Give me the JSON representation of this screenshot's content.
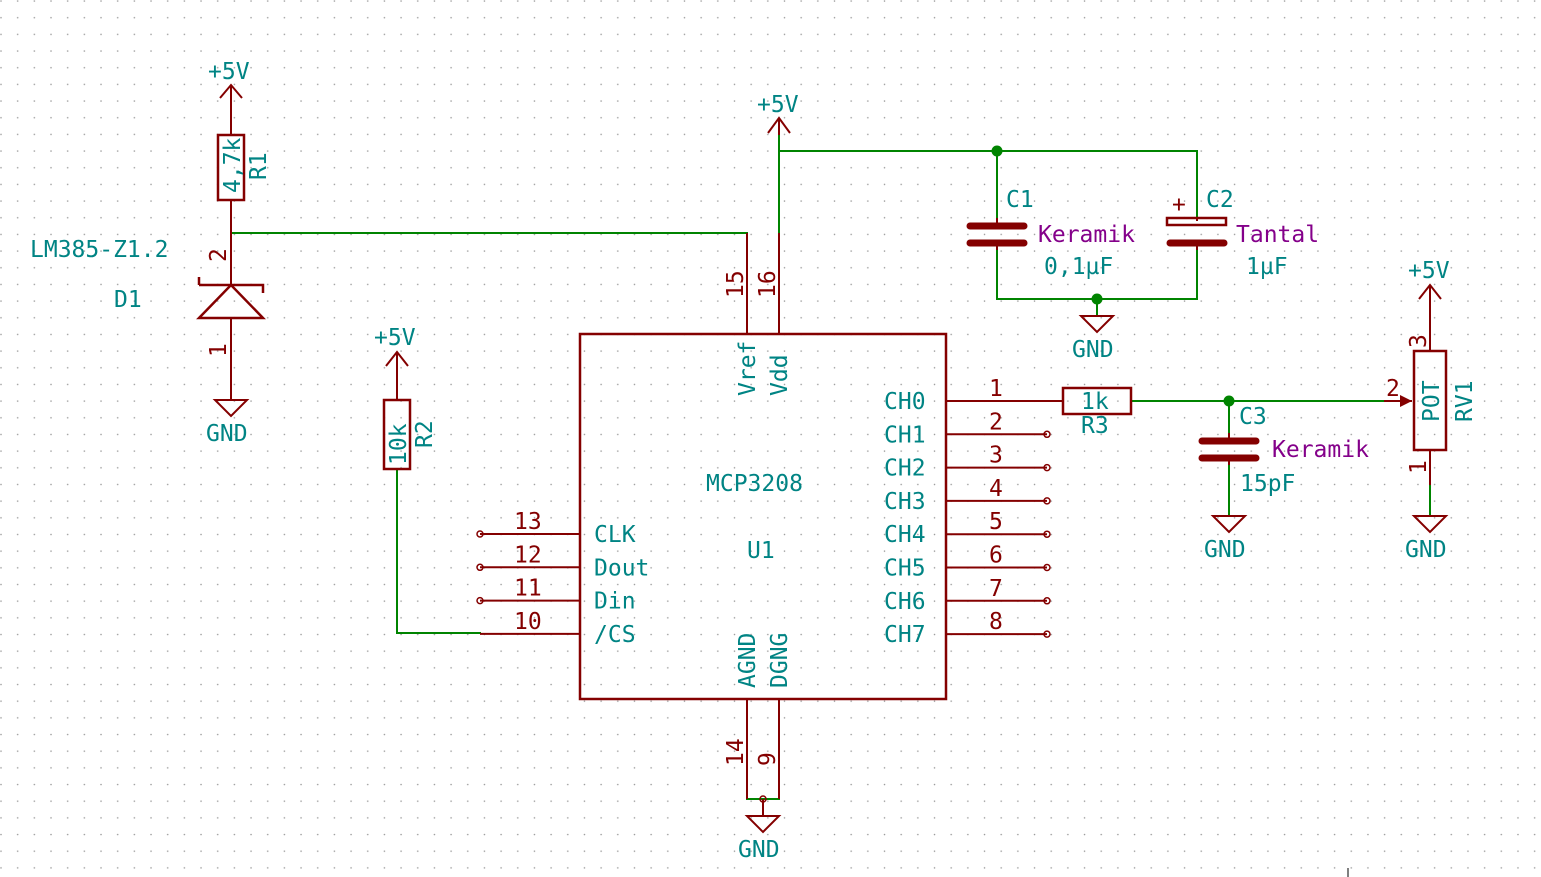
{
  "colors": {
    "wire": "#008400",
    "component": "#840000",
    "label": "#008484",
    "note": "#84008a",
    "background": "#ffffff"
  },
  "power": {
    "vcc": "+5V",
    "gnd": "GND"
  },
  "r1": {
    "ref": "R1",
    "value": "4,7k"
  },
  "r2": {
    "ref": "R2",
    "value": "10k"
  },
  "r3": {
    "ref": "R3",
    "value": "1k"
  },
  "d1": {
    "ref": "D1",
    "value": "LM385-Z1.2",
    "pin_a": "2",
    "pin_k": "1"
  },
  "c1": {
    "ref": "C1",
    "value": "0,1µF",
    "note": "Keramik"
  },
  "c2": {
    "ref": "C2",
    "value": "1µF",
    "note": "Tantal",
    "polarity": "+"
  },
  "c3": {
    "ref": "C3",
    "value": "15pF",
    "note": "Keramik"
  },
  "rv1": {
    "ref": "RV1",
    "value": "POT",
    "pins": [
      "3",
      "2",
      "1"
    ]
  },
  "u1": {
    "ref": "U1",
    "value": "MCP3208",
    "top_pins": [
      {
        "number": "15",
        "name": "Vref"
      },
      {
        "number": "16",
        "name": "Vdd"
      }
    ],
    "bottom_pins": [
      {
        "number": "14",
        "name": "AGND"
      },
      {
        "number": "9",
        "name": "DGNG"
      }
    ],
    "left_pins": [
      {
        "number": "13",
        "name": "CLK"
      },
      {
        "number": "12",
        "name": "Dout"
      },
      {
        "number": "11",
        "name": "Din"
      },
      {
        "number": "10",
        "name": "/CS"
      }
    ],
    "right_pins": [
      {
        "number": "1",
        "name": "CH0"
      },
      {
        "number": "2",
        "name": "CH1"
      },
      {
        "number": "3",
        "name": "CH2"
      },
      {
        "number": "4",
        "name": "CH3"
      },
      {
        "number": "5",
        "name": "CH4"
      },
      {
        "number": "6",
        "name": "CH5"
      },
      {
        "number": "7",
        "name": "CH6"
      },
      {
        "number": "8",
        "name": "CH7"
      }
    ]
  }
}
